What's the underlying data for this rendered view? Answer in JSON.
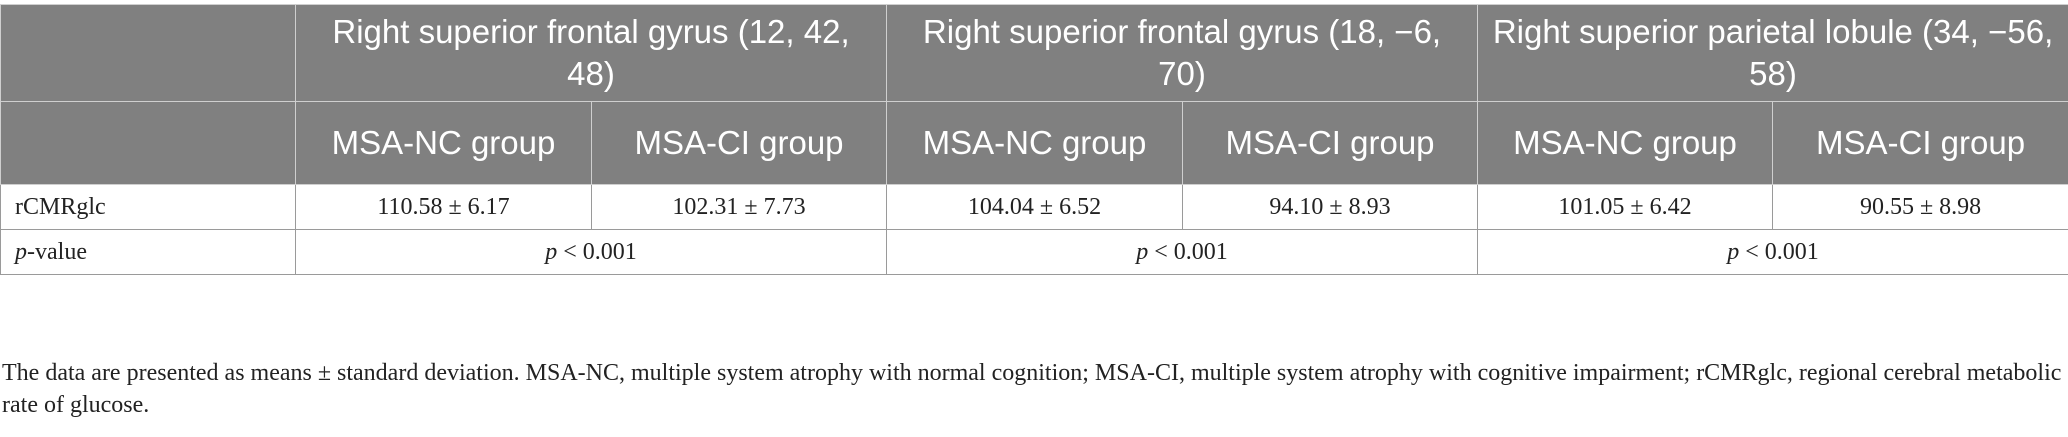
{
  "table": {
    "region_headers": [
      "Right superior frontal gyrus (12, 42, 48)",
      "Right superior frontal gyrus (18, −6, 70)",
      "Right superior parietal lobule (34, −56, 58)"
    ],
    "group_headers": [
      "MSA-NC group",
      "MSA-CI group",
      "MSA-NC group",
      "MSA-CI group",
      "MSA-NC group",
      "MSA-CI group"
    ],
    "rows": [
      {
        "label": "rCMRglc",
        "values": [
          "110.58 ± 6.17",
          "102.31 ± 7.73",
          "104.04 ± 6.52",
          "94.10 ± 8.93",
          "101.05 ± 6.42",
          "90.55 ± 8.98"
        ]
      }
    ],
    "pvalue_row": {
      "label_italic": "p",
      "label_rest": "-value",
      "values": [
        {
          "italic": "p",
          "rest": " < 0.001"
        },
        {
          "italic": "p",
          "rest": " < 0.001"
        },
        {
          "italic": "p",
          "rest": " < 0.001"
        }
      ]
    }
  },
  "footnote": "The data are presented as means ± standard deviation. MSA-NC, multiple system atrophy with normal cognition; MSA-CI, multiple system atrophy with cognitive impairment; rCMRglc, regional cerebral metabolic rate of glucose."
}
